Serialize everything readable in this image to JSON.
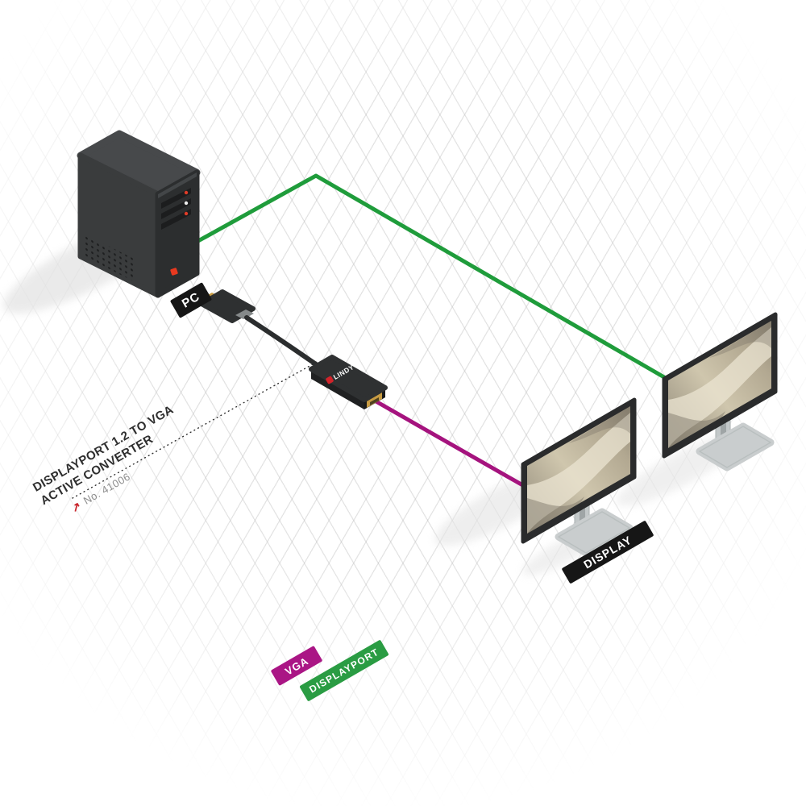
{
  "product": {
    "title_line1": "DISPLAYPORT 1.2 TO VGA",
    "title_line2": "ACTIVE CONVERTER",
    "part_number": "No. 41006",
    "brand": "LINDY"
  },
  "labels": {
    "pc": "PC",
    "display": "DISPLAY"
  },
  "legend": {
    "vga": {
      "label": "VGA",
      "color": "#aa1685"
    },
    "displayport": {
      "label": "DISPLAYPORT",
      "color": "#2a9c43"
    }
  },
  "icons": {
    "arrow_up_right": "↗"
  },
  "colors": {
    "vga_line": "#a5137e",
    "displayport_line": "#1f9c3b",
    "accent_red": "#d1232a",
    "label_black": "#161616",
    "grid_gray": "#e3e3e3"
  }
}
